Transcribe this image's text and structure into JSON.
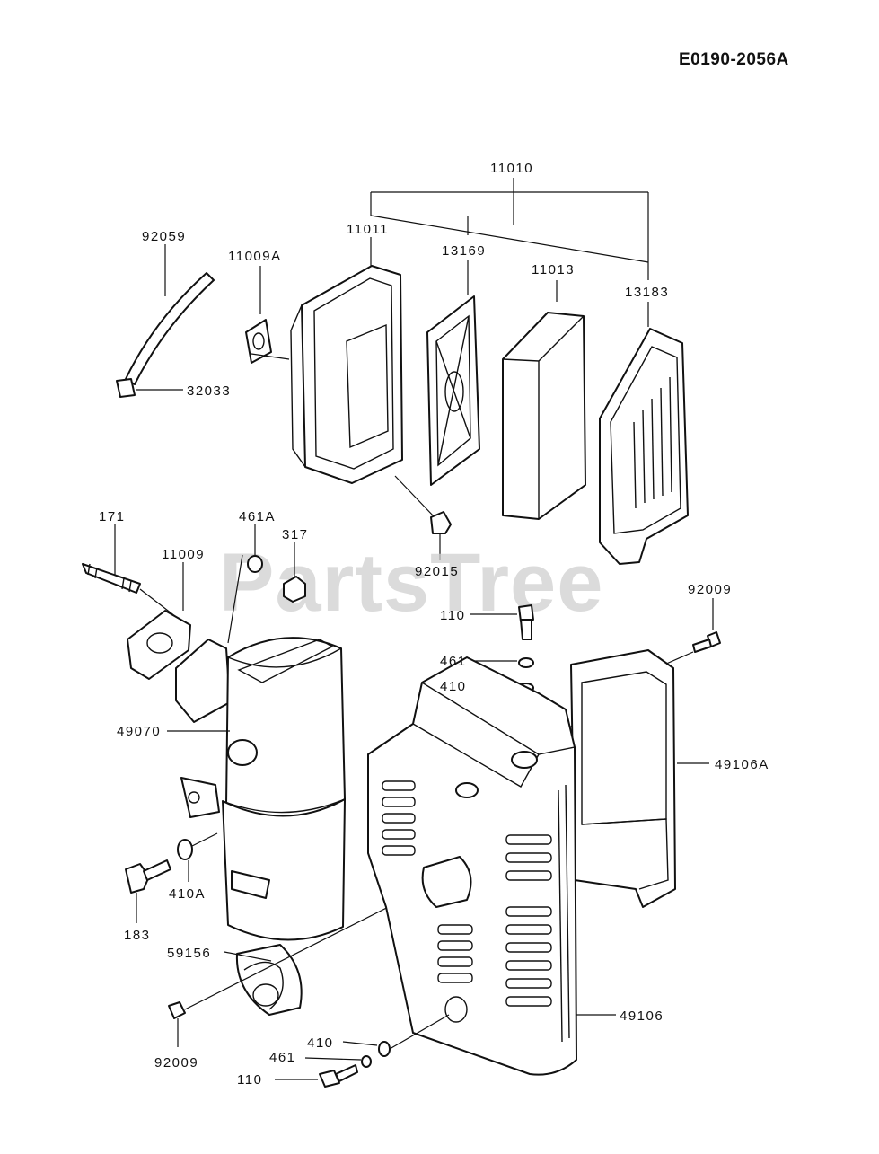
{
  "diagram_code": "E0190-2056A",
  "watermark": "PartsTree",
  "callouts": {
    "p11010": "11010",
    "p11011": "11011",
    "p13169": "13169",
    "p11013": "11013",
    "p13183": "13183",
    "p92059": "92059",
    "p11009A": "11009A",
    "p32033": "32033",
    "p171": "171",
    "p461A": "461A",
    "p317": "317",
    "p11009": "11009",
    "p92015": "92015",
    "p92009_top": "92009",
    "p110_top": "110",
    "p461_top": "461",
    "p410_top": "410",
    "p49070": "49070",
    "p49106A": "49106A",
    "p410A": "410A",
    "p183": "183",
    "p59156": "59156",
    "p49106": "49106",
    "p410_bot": "410",
    "p461_bot": "461",
    "p92009_bot": "92009",
    "p110_bot": "110"
  }
}
